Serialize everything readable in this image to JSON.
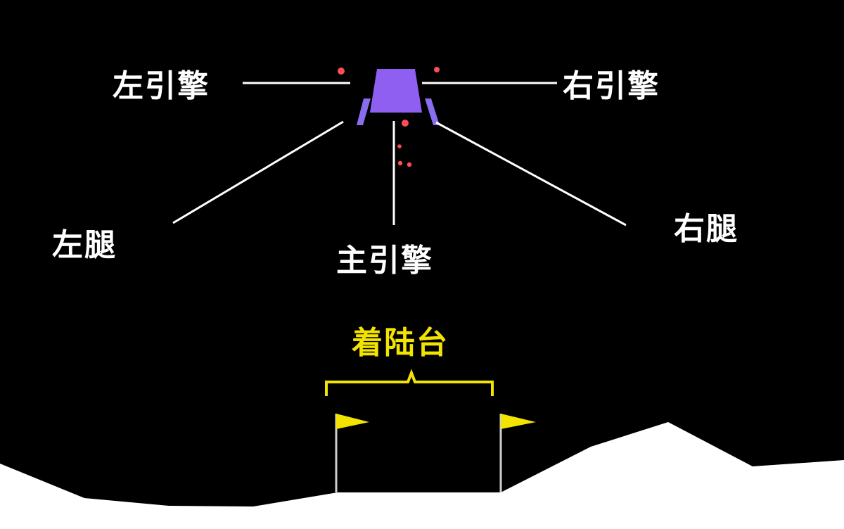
{
  "labels": {
    "left_engine": "左引擎",
    "right_engine": "右引擎",
    "left_leg": "左腿",
    "main_engine": "主引擎",
    "right_leg": "右腿",
    "landing_pad": "着陆台"
  },
  "colors": {
    "background": "#000000",
    "terrain": "#ffffff",
    "lander_body": "#8f5ff2",
    "lander_legs": "#8a6cf0",
    "flags": "#f2e300",
    "annotation_text": "#ffffff",
    "annotation_lines": "#ffffff",
    "landing_pad_annotation": "#f2e300",
    "particles": "#ff4d57"
  },
  "icons": {
    "lander": "lunar-lander-icon",
    "flag": "flag-icon"
  }
}
